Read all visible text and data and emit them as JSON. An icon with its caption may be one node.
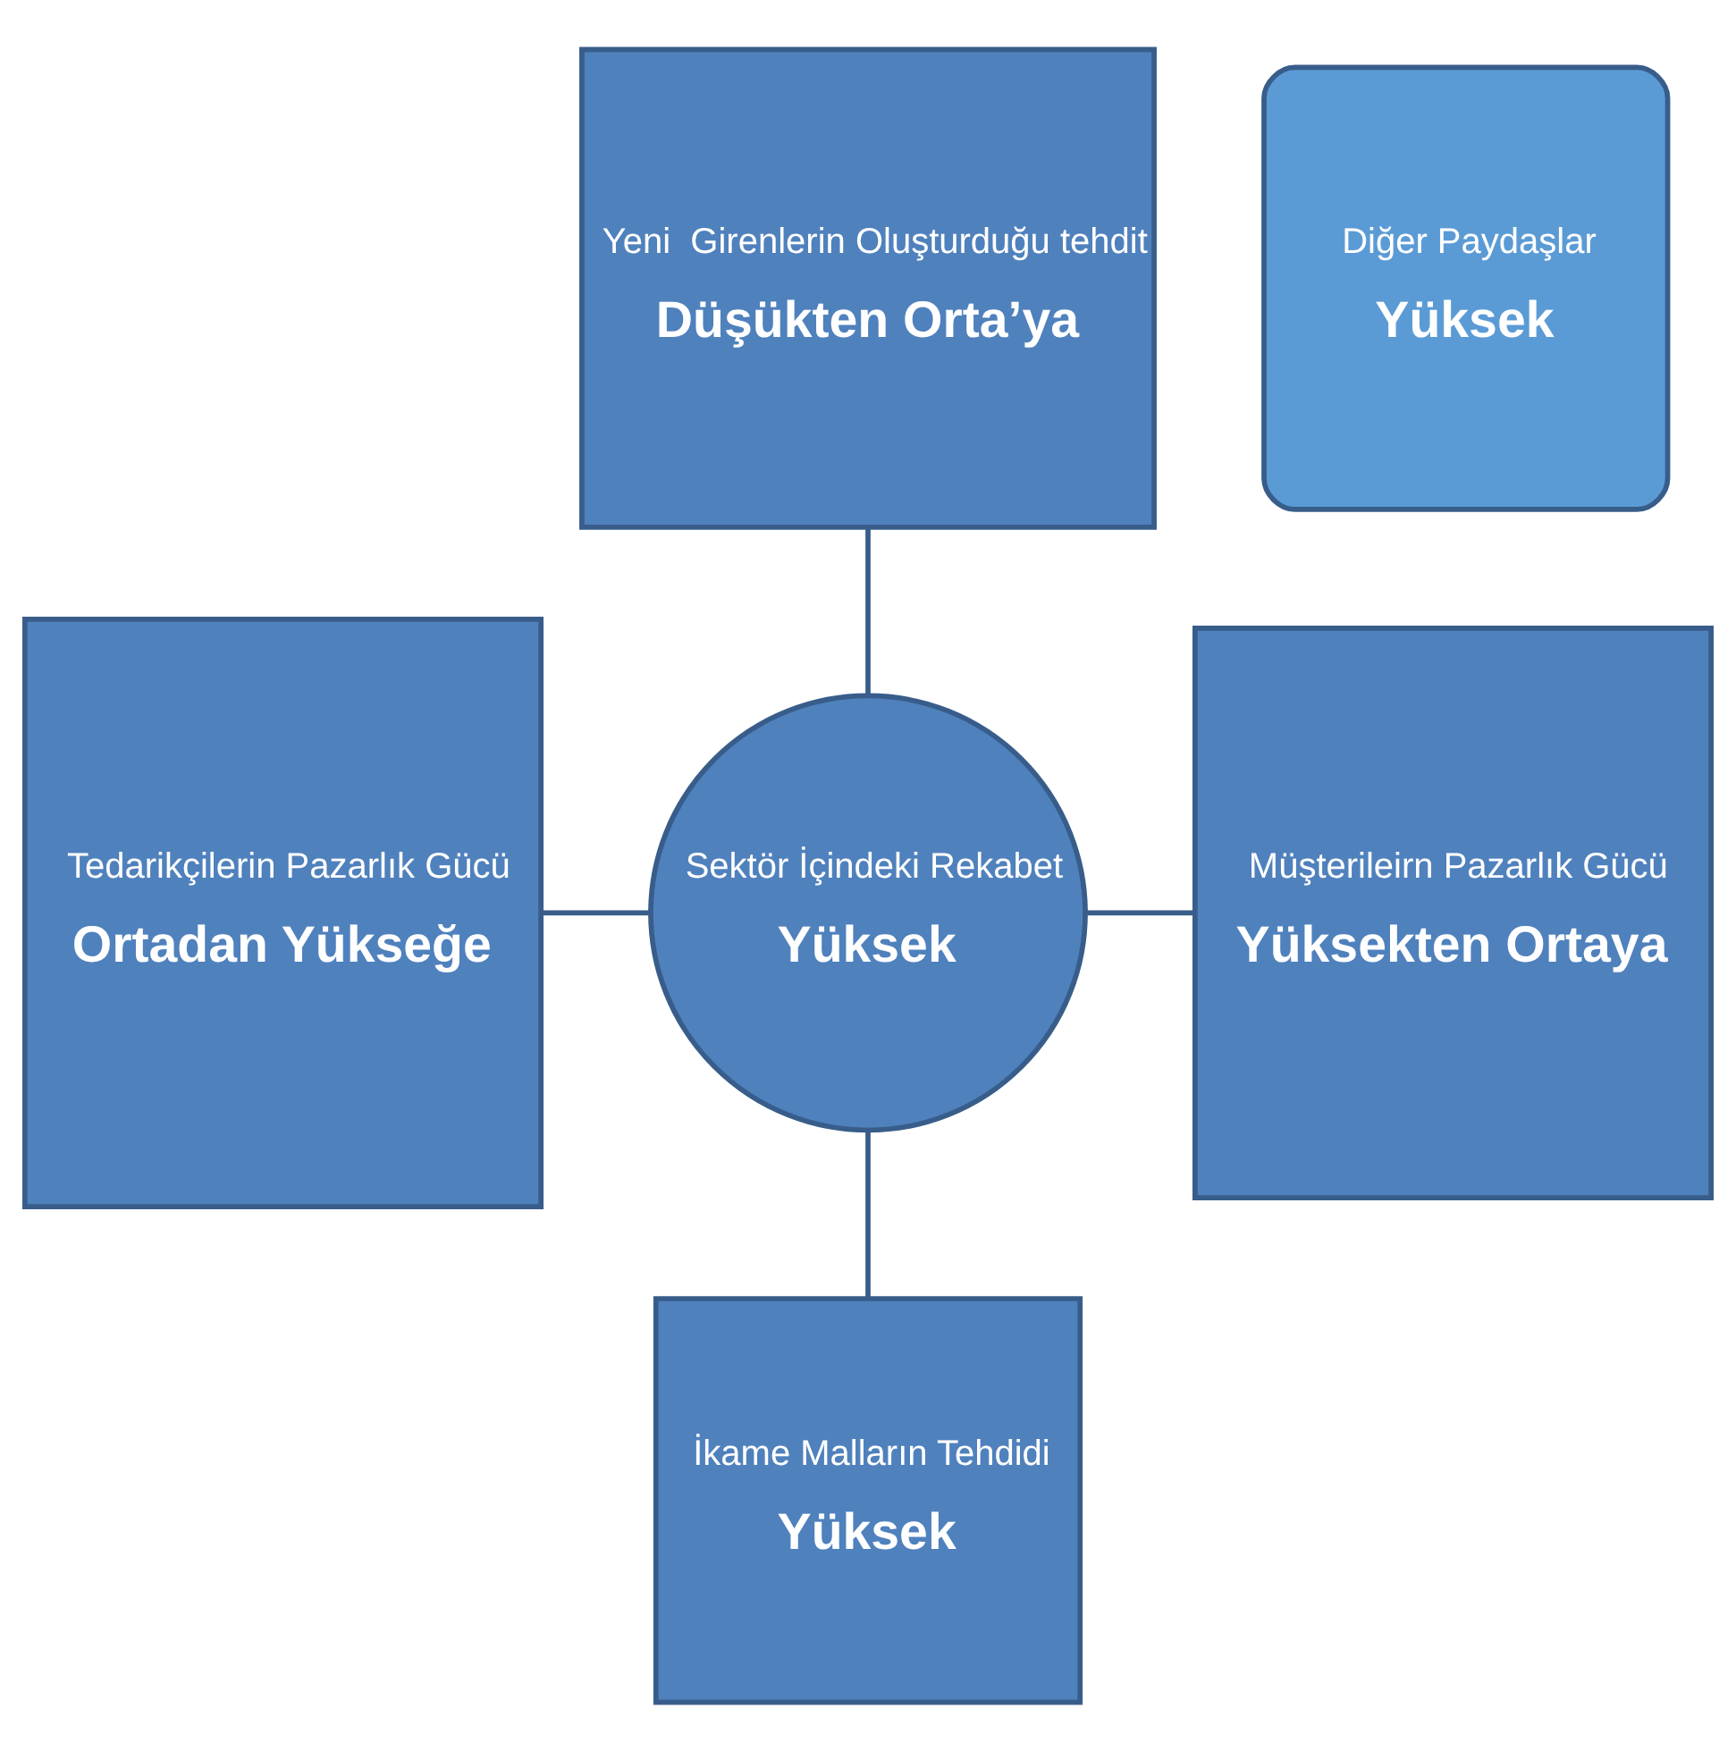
{
  "diagram": {
    "nodes": [
      {
        "text": [
          "Yeni  Girenlerin Oluşturduğu tehdit",
          "Düşükten Orta’ya"
        ]
      },
      {
        "text": [
          "Diğer Paydaşlar",
          "Yüksek"
        ]
      },
      {
        "text": [
          "Tedarikçilerin Pazarlık Gücü",
          "Ortadan Yükseğe"
        ]
      },
      {
        "text": [
          "Sektör İçindeki Rekabet",
          "Yüksek"
        ]
      },
      {
        "text": [
          "Müşterileirn Pazarlık Gücü",
          "Yüksekten Ortaya"
        ]
      },
      {
        "text": [
          "İkame Malların Tehdidi",
          "Yüksek"
        ]
      }
    ],
    "edges": [
      {
        "from": 0,
        "to": 3,
        "arrow": "none"
      },
      {
        "from": 2,
        "to": 3,
        "arrow": "none"
      },
      {
        "from": 3,
        "to": 4,
        "arrow": "none"
      },
      {
        "from": 3,
        "to": 5,
        "arrow": "none"
      }
    ]
  }
}
